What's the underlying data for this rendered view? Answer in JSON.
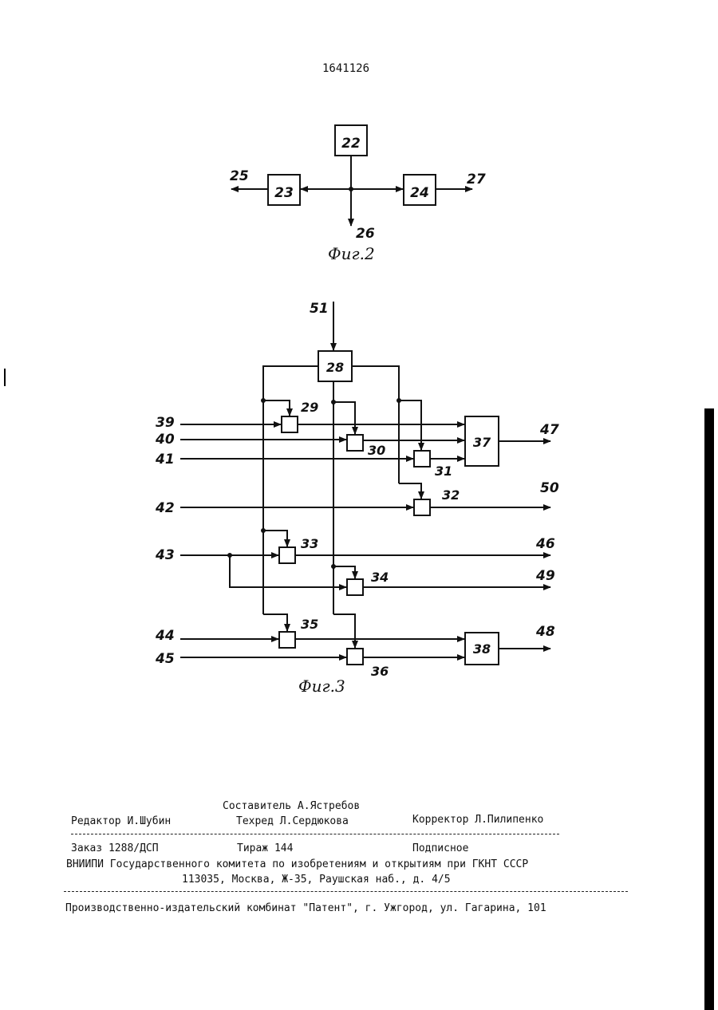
{
  "document": {
    "patent_number": "1641126",
    "fig2_caption": "Фиг.2",
    "fig3_caption": "Фиг.3"
  },
  "fig2": {
    "blocks": [
      "22",
      "23",
      "24"
    ],
    "outputs": [
      "25",
      "26",
      "27"
    ]
  },
  "fig3": {
    "blocks": [
      "28",
      "29",
      "30",
      "31",
      "32",
      "33",
      "34",
      "35",
      "36",
      "37",
      "38"
    ],
    "inputs": [
      "51",
      "39",
      "40",
      "41",
      "42",
      "43",
      "44",
      "45"
    ],
    "outputs": [
      "47",
      "50",
      "46",
      "49",
      "48"
    ]
  },
  "imprint": {
    "compiler": "Составитель  А.Ястребов",
    "editor": "Редактор И.Шубин",
    "techred": "Техред Л.Сердюкова",
    "corrector": "Корректор Л.Пилипенко",
    "order": "Заказ 1288/ДСП",
    "circulation": "Тираж 144",
    "subscription": "Подписное",
    "org": "ВНИИПИ Государственного комитета по изобретениям и открытиям при ГКНТ СССР",
    "address": "113035, Москва, Ж-35, Раушская наб., д. 4/5",
    "printer": "Производственно-издательский комбинат \"Патент\", г. Ужгород, ул. Гагарина, 101"
  }
}
